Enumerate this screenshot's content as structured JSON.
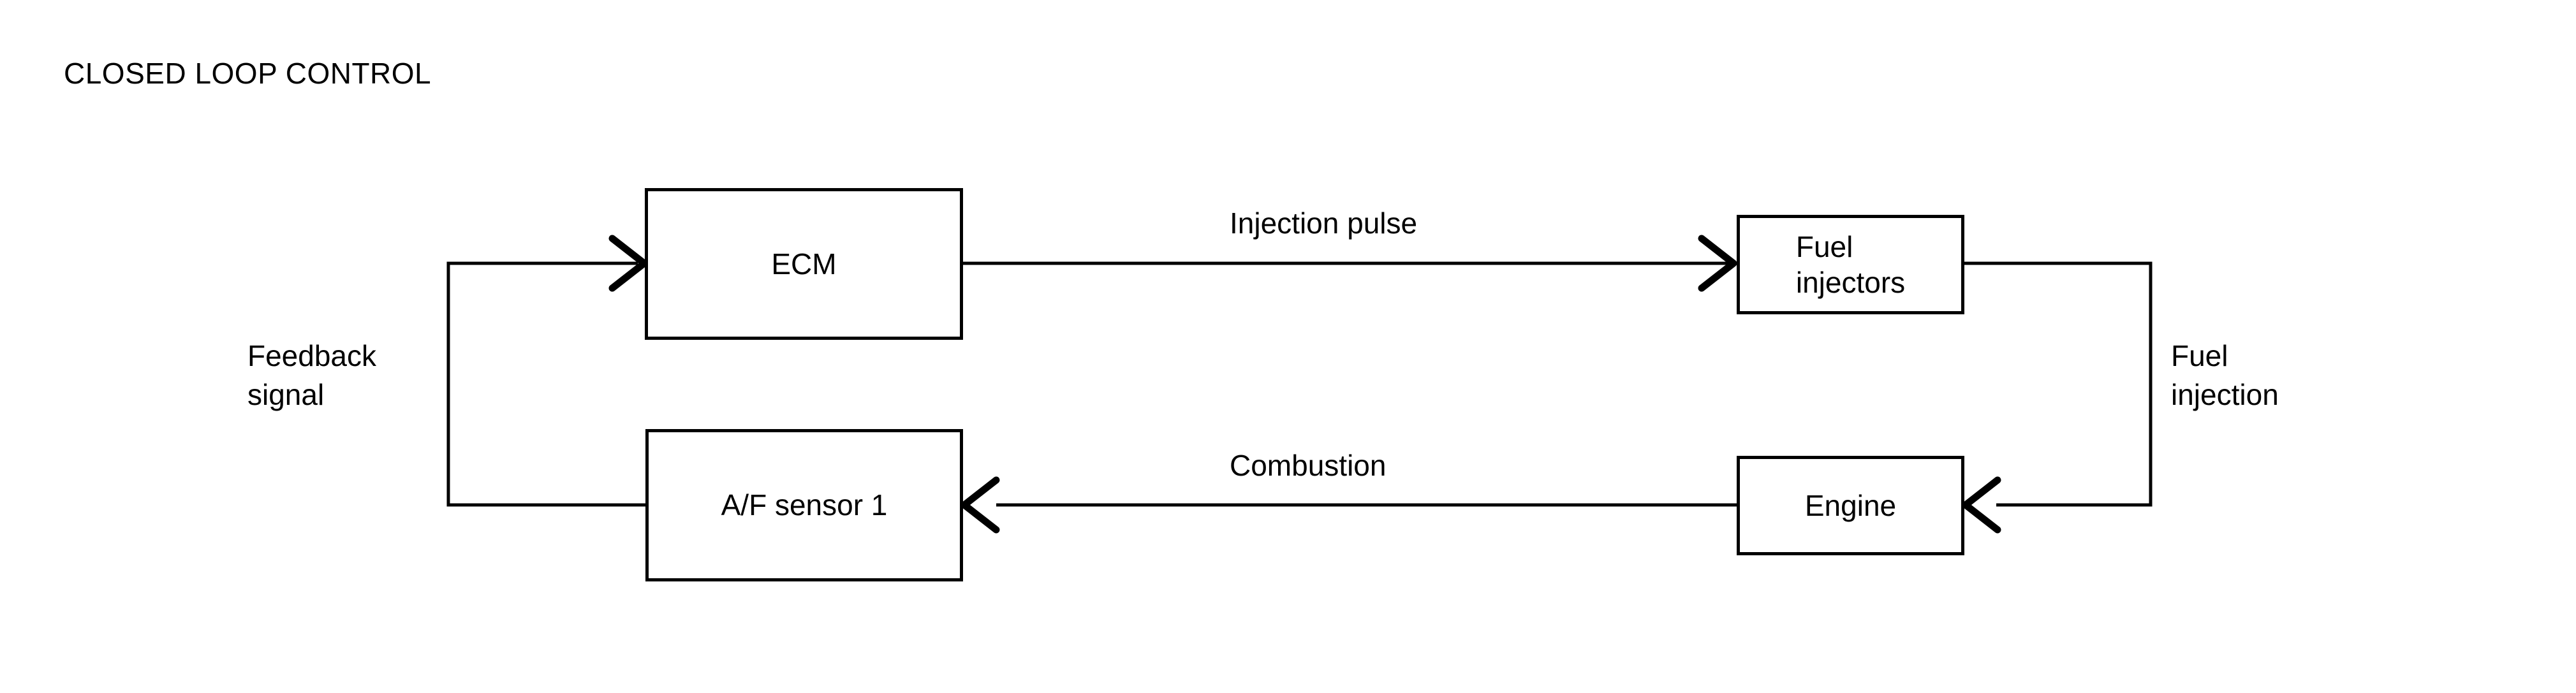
{
  "page": {
    "title": "CLOSED LOOP CONTROL",
    "background_color": "#ffffff",
    "line_color": "#000000"
  },
  "diagram": {
    "type": "block-flow-diagram",
    "nodes": [
      {
        "id": "ecm",
        "label": "ECM",
        "align": "center"
      },
      {
        "id": "injectors",
        "label": "Fuel\ninjectors",
        "align": "left"
      },
      {
        "id": "engine",
        "label": "Engine",
        "align": "center"
      },
      {
        "id": "af_sensor",
        "label": "A/F sensor 1",
        "align": "center"
      }
    ],
    "edges": [
      {
        "id": "e1",
        "from": "ecm",
        "to": "injectors",
        "label": "Injection pulse",
        "direction": "right"
      },
      {
        "id": "e2",
        "from": "injectors",
        "to": "engine",
        "label": "Fuel\ninjection",
        "direction": "down-left"
      },
      {
        "id": "e3",
        "from": "engine",
        "to": "af_sensor",
        "label": "Combustion",
        "direction": "left"
      },
      {
        "id": "e4",
        "from": "af_sensor",
        "to": "ecm",
        "label": "Feedback\nsignal",
        "direction": "up-right"
      }
    ]
  }
}
